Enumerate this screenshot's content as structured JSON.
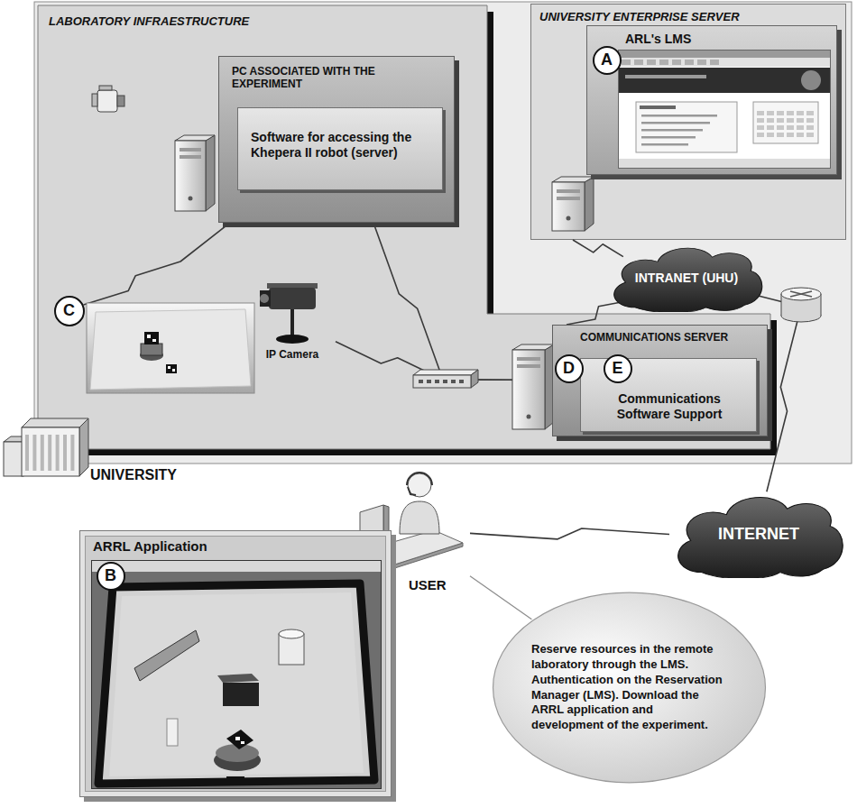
{
  "diagram": {
    "nodes": [
      {
        "text": [
          "LABORATORY INFRAESTRUCTURE"
        ]
      },
      {
        "text": [
          "PC ASSOCIATED WITH THE EXPERIMENT"
        ],
        "in": 0
      },
      {
        "text": [
          "Software for accessing the Khepera II robot (server)"
        ],
        "in": 1
      },
      {
        "text": [
          "C"
        ],
        "in": 0
      },
      {
        "text": [
          "IP Camera"
        ],
        "in": 0
      },
      {
        "text": [
          "COMMUNICATIONS SERVER"
        ],
        "in": 0
      },
      {
        "text": [
          "D"
        ],
        "in": 5
      },
      {
        "text": [
          "E"
        ],
        "in": 5
      },
      {
        "text": [
          "Communications Software Support"
        ],
        "in": 5
      },
      {
        "text": [
          "UNIVERSITY ENTERPRISE SERVER"
        ]
      },
      {
        "text": [
          "ARL's LMS"
        ],
        "in": 9
      },
      {
        "text": [
          "A"
        ],
        "in": 10
      },
      {
        "text": [
          "INTRANET (UHU)"
        ]
      },
      {
        "text": [
          "INTERNET"
        ]
      },
      {
        "text": [
          "USER"
        ]
      },
      {
        "text": [
          "ARRL Application"
        ]
      },
      {
        "text": [
          "B"
        ],
        "in": 15
      },
      {
        "text": [
          "Reserve resources in the remote laboratory through the LMS. Authentication on the Reservation Manager (LMS). Download the ARRL application and development of the experiment."
        ]
      }
    ],
    "edges": [
      {
        "from": 1,
        "to": 3,
        "arrow": "none"
      },
      {
        "from": 1,
        "to": 5,
        "arrow": "none"
      },
      {
        "from": 4,
        "to": 5,
        "arrow": "none"
      },
      {
        "from": 5,
        "to": 12,
        "arrow": "none"
      },
      {
        "from": 9,
        "to": 12,
        "arrow": "none"
      },
      {
        "from": 12,
        "to": 13,
        "arrow": "none"
      },
      {
        "from": 13,
        "to": 14,
        "arrow": "none"
      },
      {
        "from": 14,
        "to": 17,
        "arrow": "none"
      }
    ],
    "labels": [
      "UNIVERSITY"
    ]
  }
}
